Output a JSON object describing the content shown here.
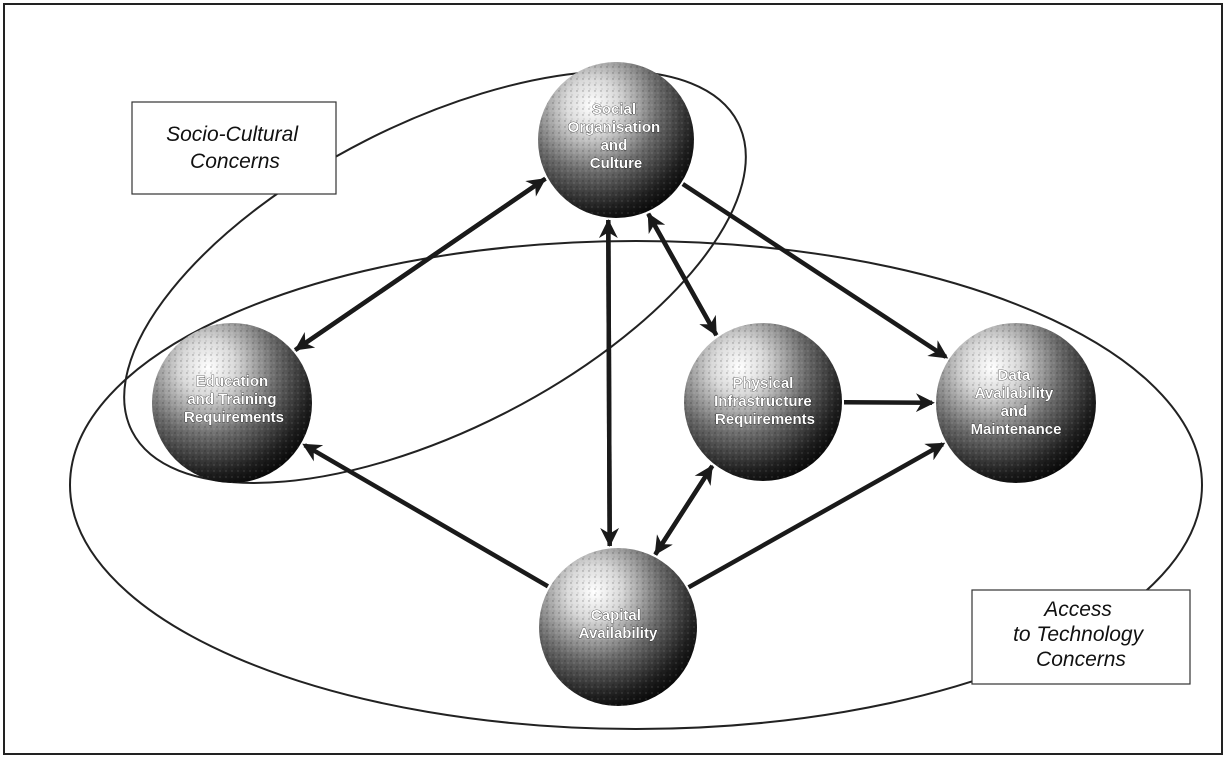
{
  "groups": {
    "socio_cultural": {
      "label_lines": [
        "Socio-Cultural",
        "Concerns"
      ]
    },
    "access_technology": {
      "label_lines": [
        "Access",
        "to Technology",
        "Concerns"
      ]
    }
  },
  "nodes": {
    "social": {
      "label_lines": [
        "Social",
        "Organisation",
        "and",
        "Culture"
      ]
    },
    "education": {
      "label_lines": [
        "Education",
        "and Training",
        "Requirements"
      ]
    },
    "physical": {
      "label_lines": [
        "Physical",
        "Infrastructure",
        "Requirements"
      ]
    },
    "data": {
      "label_lines": [
        "Data",
        "Availability",
        "and",
        "Maintenance"
      ]
    },
    "capital": {
      "label_lines": [
        "Capital",
        "Availability"
      ]
    }
  },
  "edges": [
    {
      "from": "education",
      "to": "social"
    },
    {
      "from": "social",
      "to": "education"
    },
    {
      "from": "social",
      "to": "capital"
    },
    {
      "from": "capital",
      "to": "social"
    },
    {
      "from": "social",
      "to": "physical"
    },
    {
      "from": "physical",
      "to": "social"
    },
    {
      "from": "social",
      "to": "data"
    },
    {
      "from": "physical",
      "to": "data"
    },
    {
      "from": "capital",
      "to": "education"
    },
    {
      "from": "capital",
      "to": "physical"
    },
    {
      "from": "physical",
      "to": "capital"
    },
    {
      "from": "capital",
      "to": "data"
    }
  ]
}
